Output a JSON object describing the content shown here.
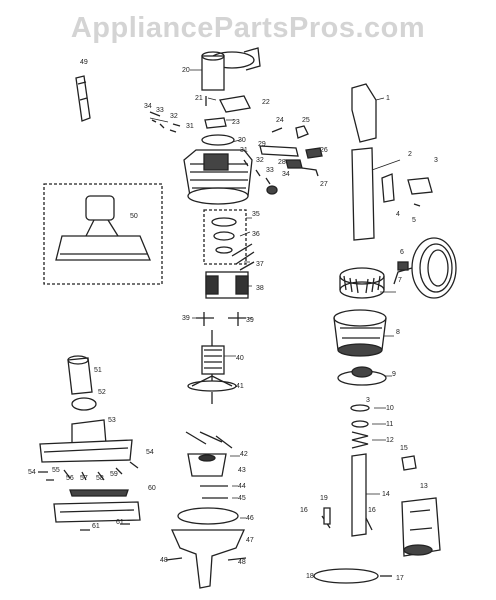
{
  "watermark": "AppliancePartsPros.com",
  "labels": {
    "n1": "1",
    "n2": "2",
    "n3": "3",
    "n4": "4",
    "n5": "5",
    "n6": "6",
    "n7": "7",
    "n8": "8",
    "n9": "9",
    "n10": "10",
    "n11": "11",
    "n12": "12",
    "n13": "13",
    "n14": "14",
    "n15": "15",
    "n16": "16",
    "n17": "17",
    "n18": "18",
    "n19": "19",
    "n20": "20",
    "n21": "21",
    "n22": "22",
    "n23": "23",
    "n24": "24",
    "n25": "25",
    "n26": "26",
    "n27": "27",
    "n28": "28",
    "n29": "29",
    "n30": "30",
    "n31": "31",
    "n32": "32",
    "n33": "33",
    "n34": "34",
    "n35": "35",
    "n36": "36",
    "n37": "37",
    "n38": "38",
    "n39": "39",
    "n40": "40",
    "n41": "41",
    "n42": "42",
    "n43": "43",
    "n44": "44",
    "n45": "45",
    "n46": "46",
    "n47": "47",
    "n48": "48",
    "n49": "49",
    "n50": "50",
    "n51": "51",
    "n52": "52",
    "n53": "53",
    "n54": "54",
    "n55": "55",
    "n56": "56",
    "n57": "57",
    "n58": "58",
    "n59": "59",
    "n60": "60",
    "n61": "61"
  },
  "colors": {
    "line": "#222222",
    "watermark": "#d4d4d4",
    "fill": "#ffffff"
  }
}
